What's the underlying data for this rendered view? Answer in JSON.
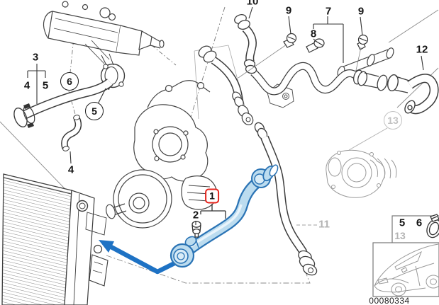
{
  "diagram": {
    "part_number": "00080334",
    "callouts": {
      "n1": "1",
      "n2": "2",
      "n3": "3",
      "n4_left": "4",
      "n4_lower": "4",
      "n5_left": "5",
      "n5_circle": "5",
      "n6_circle": "6",
      "n7": "7",
      "n8": "8",
      "n9_left": "9",
      "n9_right": "9",
      "n10": "10",
      "n11": "11",
      "n12": "12",
      "n13_circle": "13"
    },
    "legend": {
      "n5": "5",
      "n6": "6",
      "n13": "13"
    },
    "colors": {
      "highlight_outline": "#2b74b5",
      "highlight_fill": "#bcdcef",
      "arrow_blue": "#1e72c4",
      "selected_box_red": "#e5231b",
      "muted_gray": "#b3b3b3"
    }
  }
}
